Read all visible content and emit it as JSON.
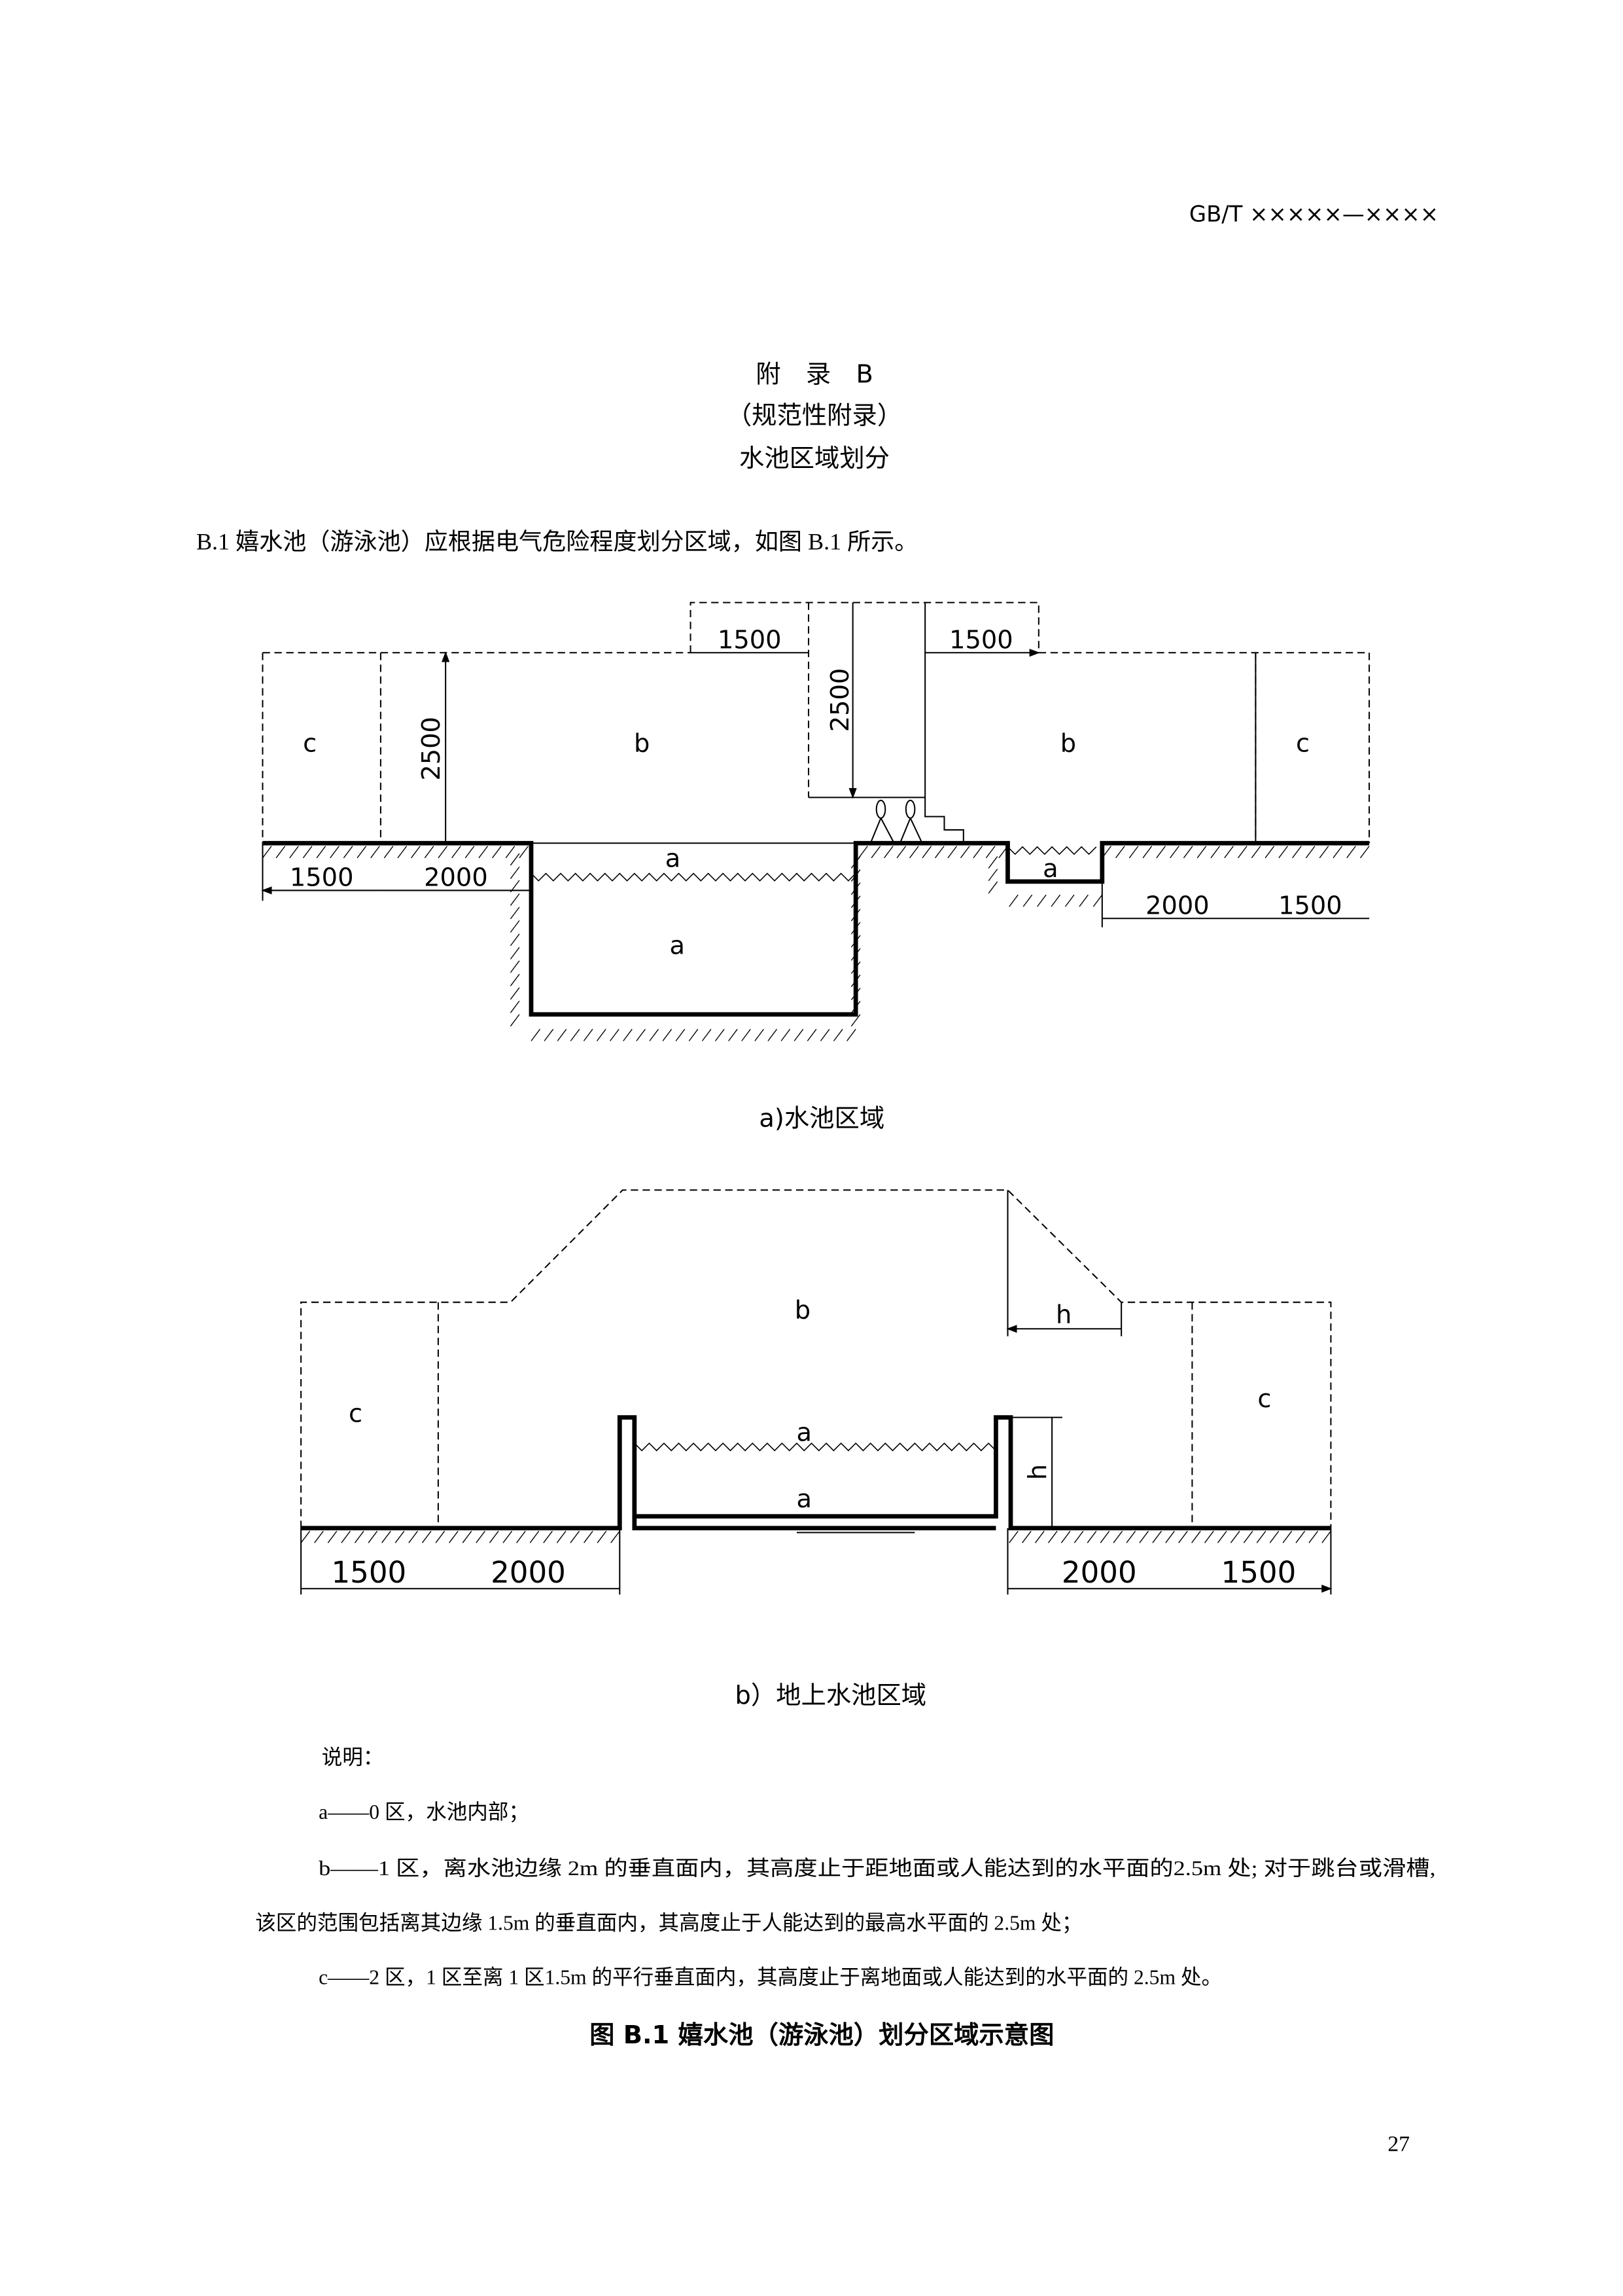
{
  "header": {
    "standard_code": "GB/T ×××××—××××"
  },
  "appendix": {
    "title": "附　录　B",
    "type": "（规范性附录）",
    "name": "水池区域划分"
  },
  "intro": "B.1 嬉水池（游泳池）应根据电气危险程度划分区域，如图 B.1 所示。",
  "figure_a": {
    "caption": "a)水池区域",
    "zones": {
      "c_left": "c",
      "b_left": "b",
      "b_right": "b",
      "c_right": "c",
      "a_top": "a",
      "a_pool": "a",
      "a_small": "a"
    },
    "dims": {
      "left_1500": "1500",
      "left_2000": "2000",
      "right_2000": "2000",
      "right_1500": "1500",
      "top_left_1500": "1500",
      "top_right_1500": "1500",
      "height_left_2500": "2500",
      "height_center_2500": "2500"
    }
  },
  "figure_b": {
    "caption": "b）地上水池区域",
    "zones": {
      "c_left": "c",
      "b": "b",
      "c_right": "c",
      "a_top": "a",
      "a_bottom": "a"
    },
    "dims": {
      "left_1500": "1500",
      "left_2000": "2000",
      "right_2000": "2000",
      "right_1500": "1500",
      "h_top": "h",
      "h_side": "h"
    }
  },
  "legend": {
    "title": "说明：",
    "a": "a——0 区，水池内部；",
    "b": "b——1 区，离水池边缘 2m 的垂直面内，其高度止于距地面或人能达到的水平面的2.5m  处; 对于跳台或滑槽,",
    "b_cont": "该区的范围包括离其边缘 1.5m 的垂直面内，其高度止于人能达到的最高水平面的  2.5m  处；",
    "c": "c——2 区，1 区至离 1 区1.5m 的平行垂直面内，其高度止于离地面或人能达到的水平面的 2.5m  处。"
  },
  "figure_caption": "图 B.1 嬉水池（游泳池）划分区域示意图",
  "page_number": "27"
}
